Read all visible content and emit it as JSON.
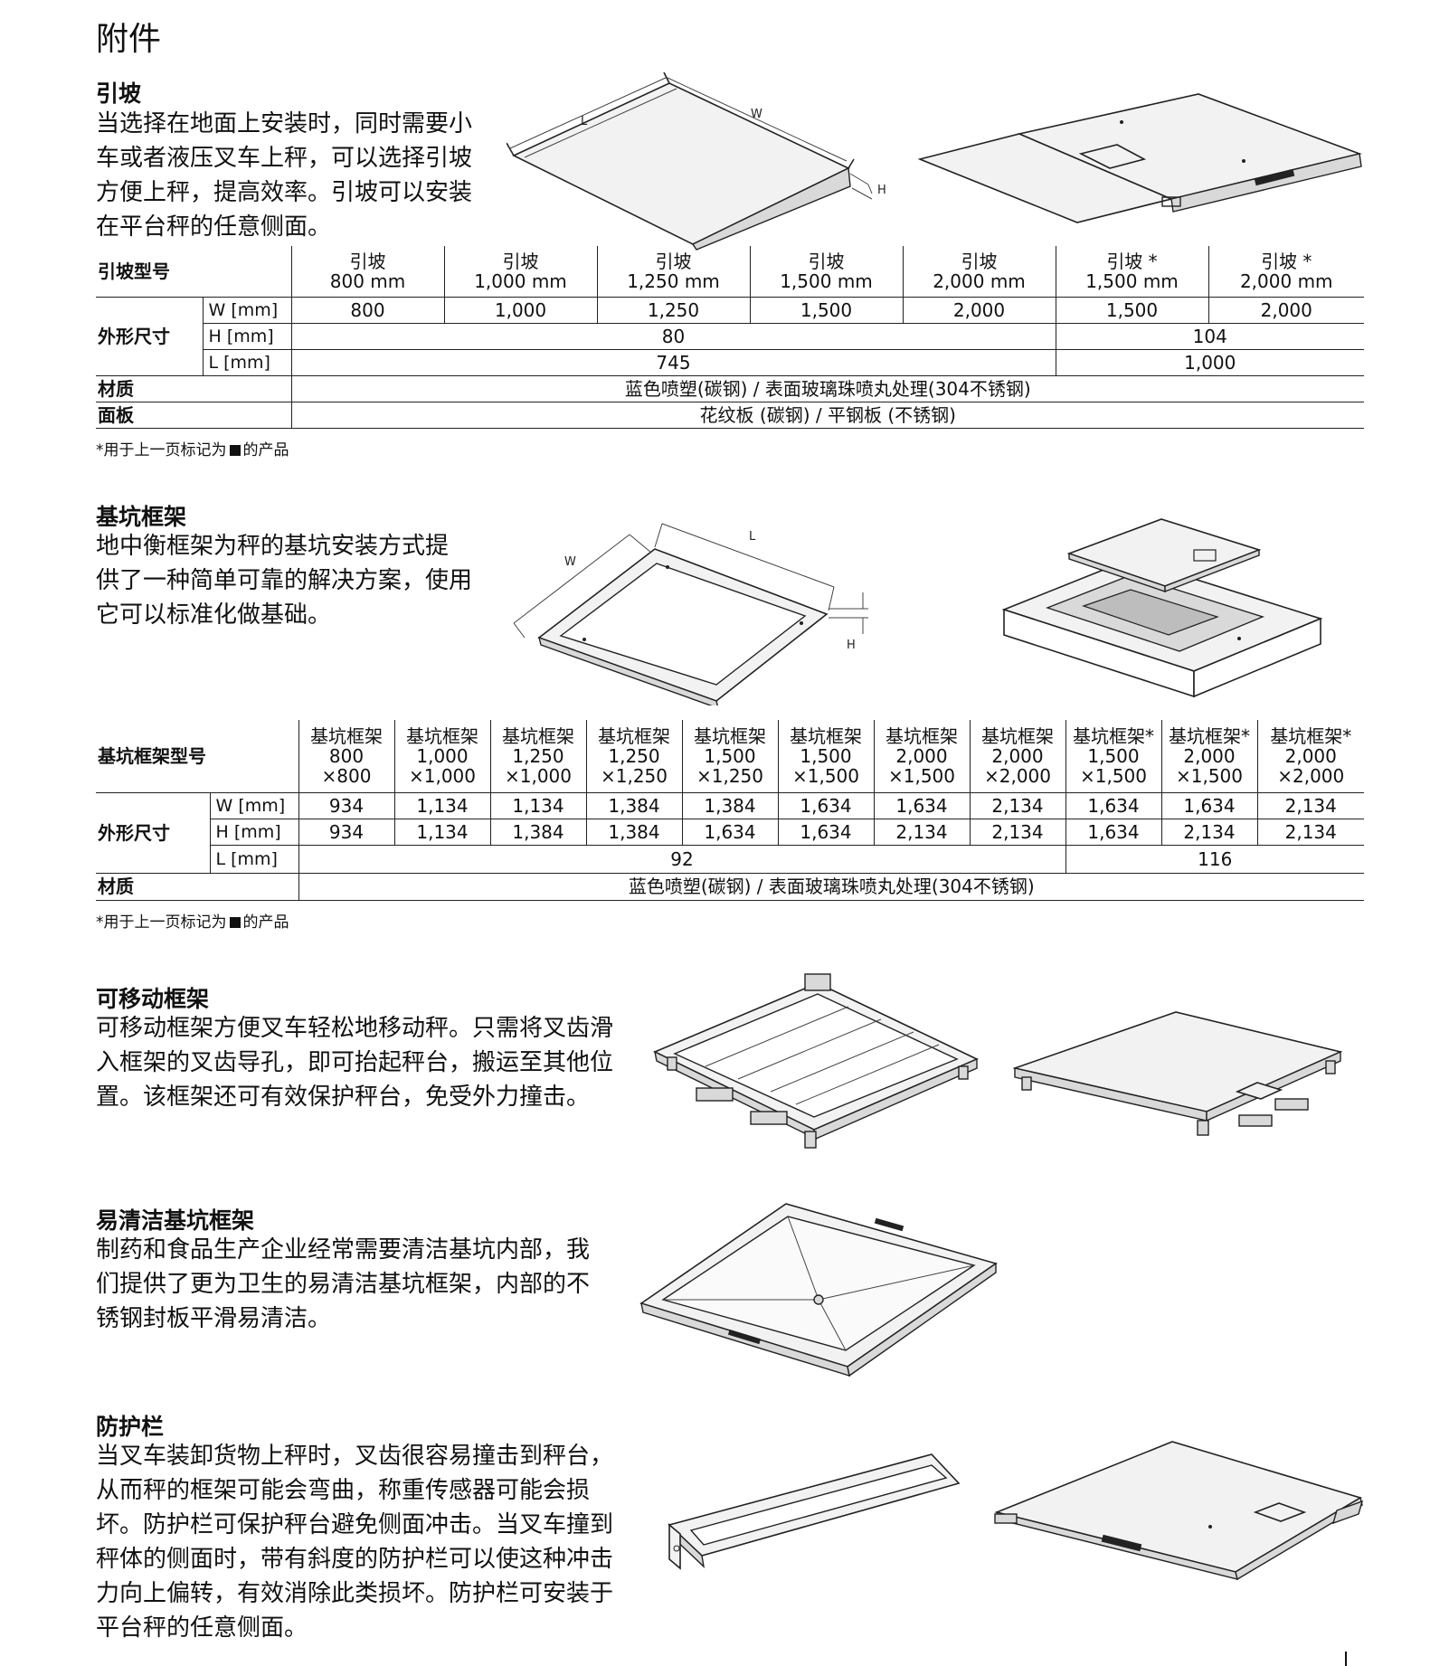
{
  "page_title": "附件",
  "sections": {
    "ramp": {
      "title": "引坡",
      "desc_lines": [
        "当选择在地面上安装时，同时需要小",
        "车或者液压叉车上秤，可以选择引坡",
        "方便上秤，提高效率。引坡可以安装",
        "在平台秤的任意侧面。"
      ],
      "fig_labels": {
        "L": "L",
        "W": "W",
        "H": "H"
      },
      "table": {
        "model_label": "引坡型号",
        "dims_label": "外形尺寸",
        "material_label": "材质",
        "panel_label": "面板",
        "sub_labels": [
          "W [mm]",
          "H [mm]",
          "L [mm]"
        ],
        "models": [
          {
            "name": "引坡",
            "size": "800 mm"
          },
          {
            "name": "引坡",
            "size": "1,000 mm"
          },
          {
            "name": "引坡",
            "size": "1,250 mm"
          },
          {
            "name": "引坡",
            "size": "1,500 mm"
          },
          {
            "name": "引坡",
            "size": "2,000 mm"
          },
          {
            "name": "引坡 *",
            "size": "1,500 mm"
          },
          {
            "name": "引坡 *",
            "size": "2,000 mm"
          }
        ],
        "w_values": [
          "800",
          "1,000",
          "1,250",
          "1,500",
          "2,000",
          "1,500",
          "2,000"
        ],
        "h_values": [
          "80",
          "104"
        ],
        "l_values": [
          "745",
          "1,000"
        ],
        "material": "蓝色喷塑(碳钢) / 表面玻璃珠喷丸处理(304不锈钢)",
        "panel": "花纹板 (碳钢) / 平钢板 (不锈钢)"
      },
      "note_before": "*用于上一页标记为",
      "note_after": "的产品"
    },
    "pit_frame": {
      "title": "基坑框架",
      "desc_lines": [
        "地中衡框架为秤的基坑安装方式提",
        "供了一种简单可靠的解决方案，使用",
        "它可以标准化做基础。"
      ],
      "fig_labels": {
        "L": "L",
        "W": "W",
        "H": "H"
      },
      "table": {
        "model_label": "基坑框架型号",
        "dims_label": "外形尺寸",
        "material_label": "材质",
        "sub_labels": [
          "W [mm]",
          "H [mm]",
          "L [mm]"
        ],
        "models": [
          {
            "name": "基坑框架",
            "l1": "800",
            "l2": "×800"
          },
          {
            "name": "基坑框架",
            "l1": "1,000",
            "l2": "×1,000"
          },
          {
            "name": "基坑框架",
            "l1": "1,250",
            "l2": "×1,000"
          },
          {
            "name": "基坑框架",
            "l1": "1,250",
            "l2": "×1,250"
          },
          {
            "name": "基坑框架",
            "l1": "1,500",
            "l2": "×1,250"
          },
          {
            "name": "基坑框架",
            "l1": "1,500",
            "l2": "×1,500"
          },
          {
            "name": "基坑框架",
            "l1": "2,000",
            "l2": "×1,500"
          },
          {
            "name": "基坑框架",
            "l1": "2,000",
            "l2": "×2,000"
          },
          {
            "name": "基坑框架*",
            "l1": "1,500",
            "l2": "×1,500"
          },
          {
            "name": "基坑框架*",
            "l1": "2,000",
            "l2": "×1,500"
          },
          {
            "name": "基坑框架*",
            "l1": "2,000",
            "l2": "×2,000"
          }
        ],
        "w_values": [
          "934",
          "1,134",
          "1,134",
          "1,384",
          "1,384",
          "1,634",
          "1,634",
          "2,134",
          "1,634",
          "1,634",
          "2,134"
        ],
        "h_values": [
          "934",
          "1,134",
          "1,384",
          "1,384",
          "1,634",
          "1,634",
          "2,134",
          "2,134",
          "1,634",
          "2,134",
          "2,134"
        ],
        "l_values": [
          "92",
          "116"
        ],
        "material": "蓝色喷塑(碳钢) / 表面玻璃珠喷丸处理(304不锈钢)"
      },
      "note_before": "*用于上一页标记为",
      "note_after": "的产品"
    },
    "mobile_frame": {
      "title": "可移动框架",
      "desc_lines": [
        "可移动框架方便叉车轻松地移动秤。只需将叉齿滑",
        "入框架的叉齿导孔，即可抬起秤台，搬运至其他位",
        "置。该框架还可有效保护秤台，免受外力撞击。"
      ]
    },
    "easy_clean": {
      "title": "易清洁基坑框架",
      "desc_lines": [
        "制药和食品生产企业经常需要清洁基坑内部，我",
        "们提供了更为卫生的易清洁基坑框架，内部的不",
        "锈钢封板平滑易清洁。"
      ]
    },
    "guard_rail": {
      "title": "防护栏",
      "desc_lines": [
        "当叉车装卸货物上秤时，叉齿很容易撞击到秤台，",
        "从而秤的框架可能会弯曲，称重传感器可能会损",
        "坏。防护栏可保护秤台避免侧面冲击。当叉车撞到",
        "秤体的侧面时，带有斜度的防护栏可以使这种冲击",
        "力向上偏转，有效消除此类损坏。防护栏可安装于",
        "平台秤的任意侧面。"
      ]
    }
  }
}
